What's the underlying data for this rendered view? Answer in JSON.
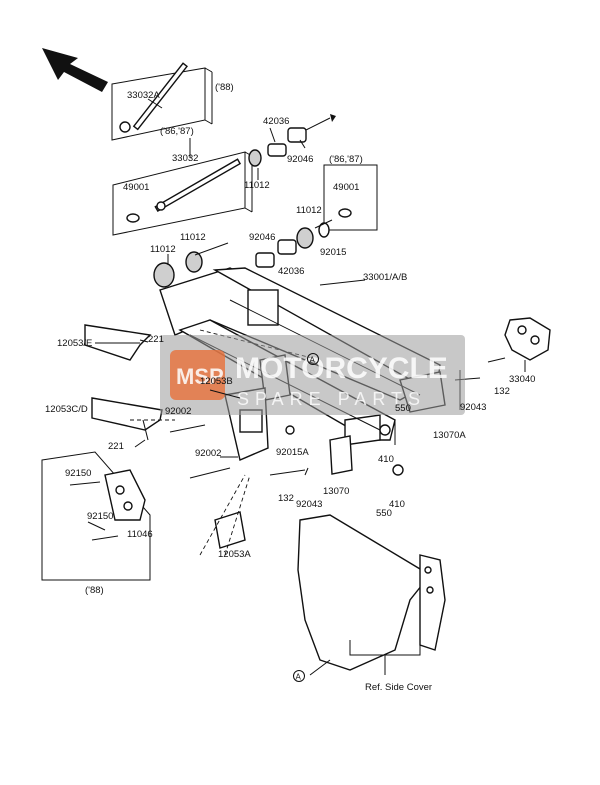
{
  "labels": {
    "p33032A": "33032A",
    "y88_top": "('88)",
    "y86_87_left": "('86,'87)",
    "p33032": "33032",
    "p42036_top": "42036",
    "p92046_top": "92046",
    "p11012_a": "11012",
    "p49001_left": "49001",
    "y86_87_right": "('86,'87)",
    "p49001_right": "49001",
    "p11012_b": "11012",
    "p92046_mid": "92046",
    "p92015_top": "92015",
    "p42036_mid": "42036",
    "p11012_c": "11012",
    "p11012_d": "11012",
    "p33001": "33001/A/B",
    "p12053E": "12053/E",
    "p221_top": "221",
    "p12053B": "12053B",
    "p33040": "33040",
    "p132_right": "132",
    "p12053CD": "12053C/D",
    "p92002_a": "92002",
    "p550_a": "550",
    "p92043_right": "92043",
    "p13070A": "13070A",
    "p221_bottom": "221",
    "p92002_b": "92002",
    "p92015A": "92015A",
    "p410_a": "410",
    "p92150_a": "92150",
    "p132_mid": "132",
    "p13070": "13070",
    "p410_b": "410",
    "p92043_mid": "92043",
    "p550_b": "550",
    "p92150_b": "92150",
    "p11046": "11046",
    "p12053A": "12053A",
    "y88_bottom": "('88)",
    "ref_side_cover": "Ref. Side Cover",
    "marker_a": "A"
  },
  "watermark": {
    "logo": "MSP",
    "brand": "MOTORCYCLE",
    "sub": "SPARE PARTS",
    "accent": "#e8703a",
    "band": "#9a9a9a"
  }
}
